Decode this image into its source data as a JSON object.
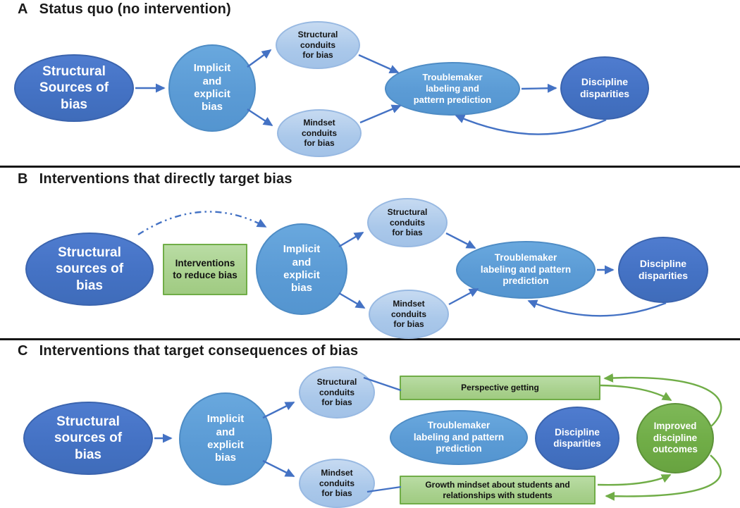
{
  "colors": {
    "dark_blue": "#4472C4",
    "medium_blue": "#5B9BD5",
    "light_blue": "#AAC8EA",
    "green_fill": "#A9D18E",
    "green_dark": "#70AD47",
    "arrow_blue": "#4472C4",
    "arrow_green": "#70AD47",
    "divider": "#161616"
  },
  "panels": [
    {
      "label": "A",
      "title": "Status quo (no intervention)",
      "nodes": {
        "structural_sources": "Structural\nSources of\nbias",
        "implicit_bias": "Implicit\nand\nexplicit\nbias",
        "structural_conduits": "Structural\nconduits\nfor bias",
        "mindset_conduits": "Mindset\nconduits\nfor bias",
        "troublemaker": "Troublemaker\nlabeling and\npattern prediction",
        "discipline_disparities": "Discipline\ndisparities"
      }
    },
    {
      "label": "B",
      "title": "Interventions that directly target bias",
      "nodes": {
        "structural_sources": "Structural\nsources of\nbias",
        "intervention_box": "Interventions\nto reduce bias",
        "implicit_bias": "Implicit\nand\nexplicit\nbias",
        "structural_conduits": "Structural\nconduits\nfor bias",
        "mindset_conduits": "Mindset\nconduits\nfor bias",
        "troublemaker": "Troublemaker\nlabeling and pattern\nprediction",
        "discipline_disparities": "Discipline\ndisparities"
      }
    },
    {
      "label": "C",
      "title": "Interventions that target consequences of bias",
      "nodes": {
        "structural_sources": "Structural\nsources of\nbias",
        "implicit_bias": "Implicit\nand\nexplicit\nbias",
        "structural_conduits": "Structural\nconduits\nfor bias",
        "mindset_conduits": "Mindset\nconduits\nfor bias",
        "perspective_box": "Perspective getting",
        "troublemaker": "Troublemaker\nlabeling and pattern\nprediction",
        "discipline_disparities": "Discipline\ndisparities",
        "improved_outcomes": "Improved\ndiscipline\noutcomes",
        "growth_box": "Growth mindset about students and\nrelationships with students"
      }
    }
  ]
}
